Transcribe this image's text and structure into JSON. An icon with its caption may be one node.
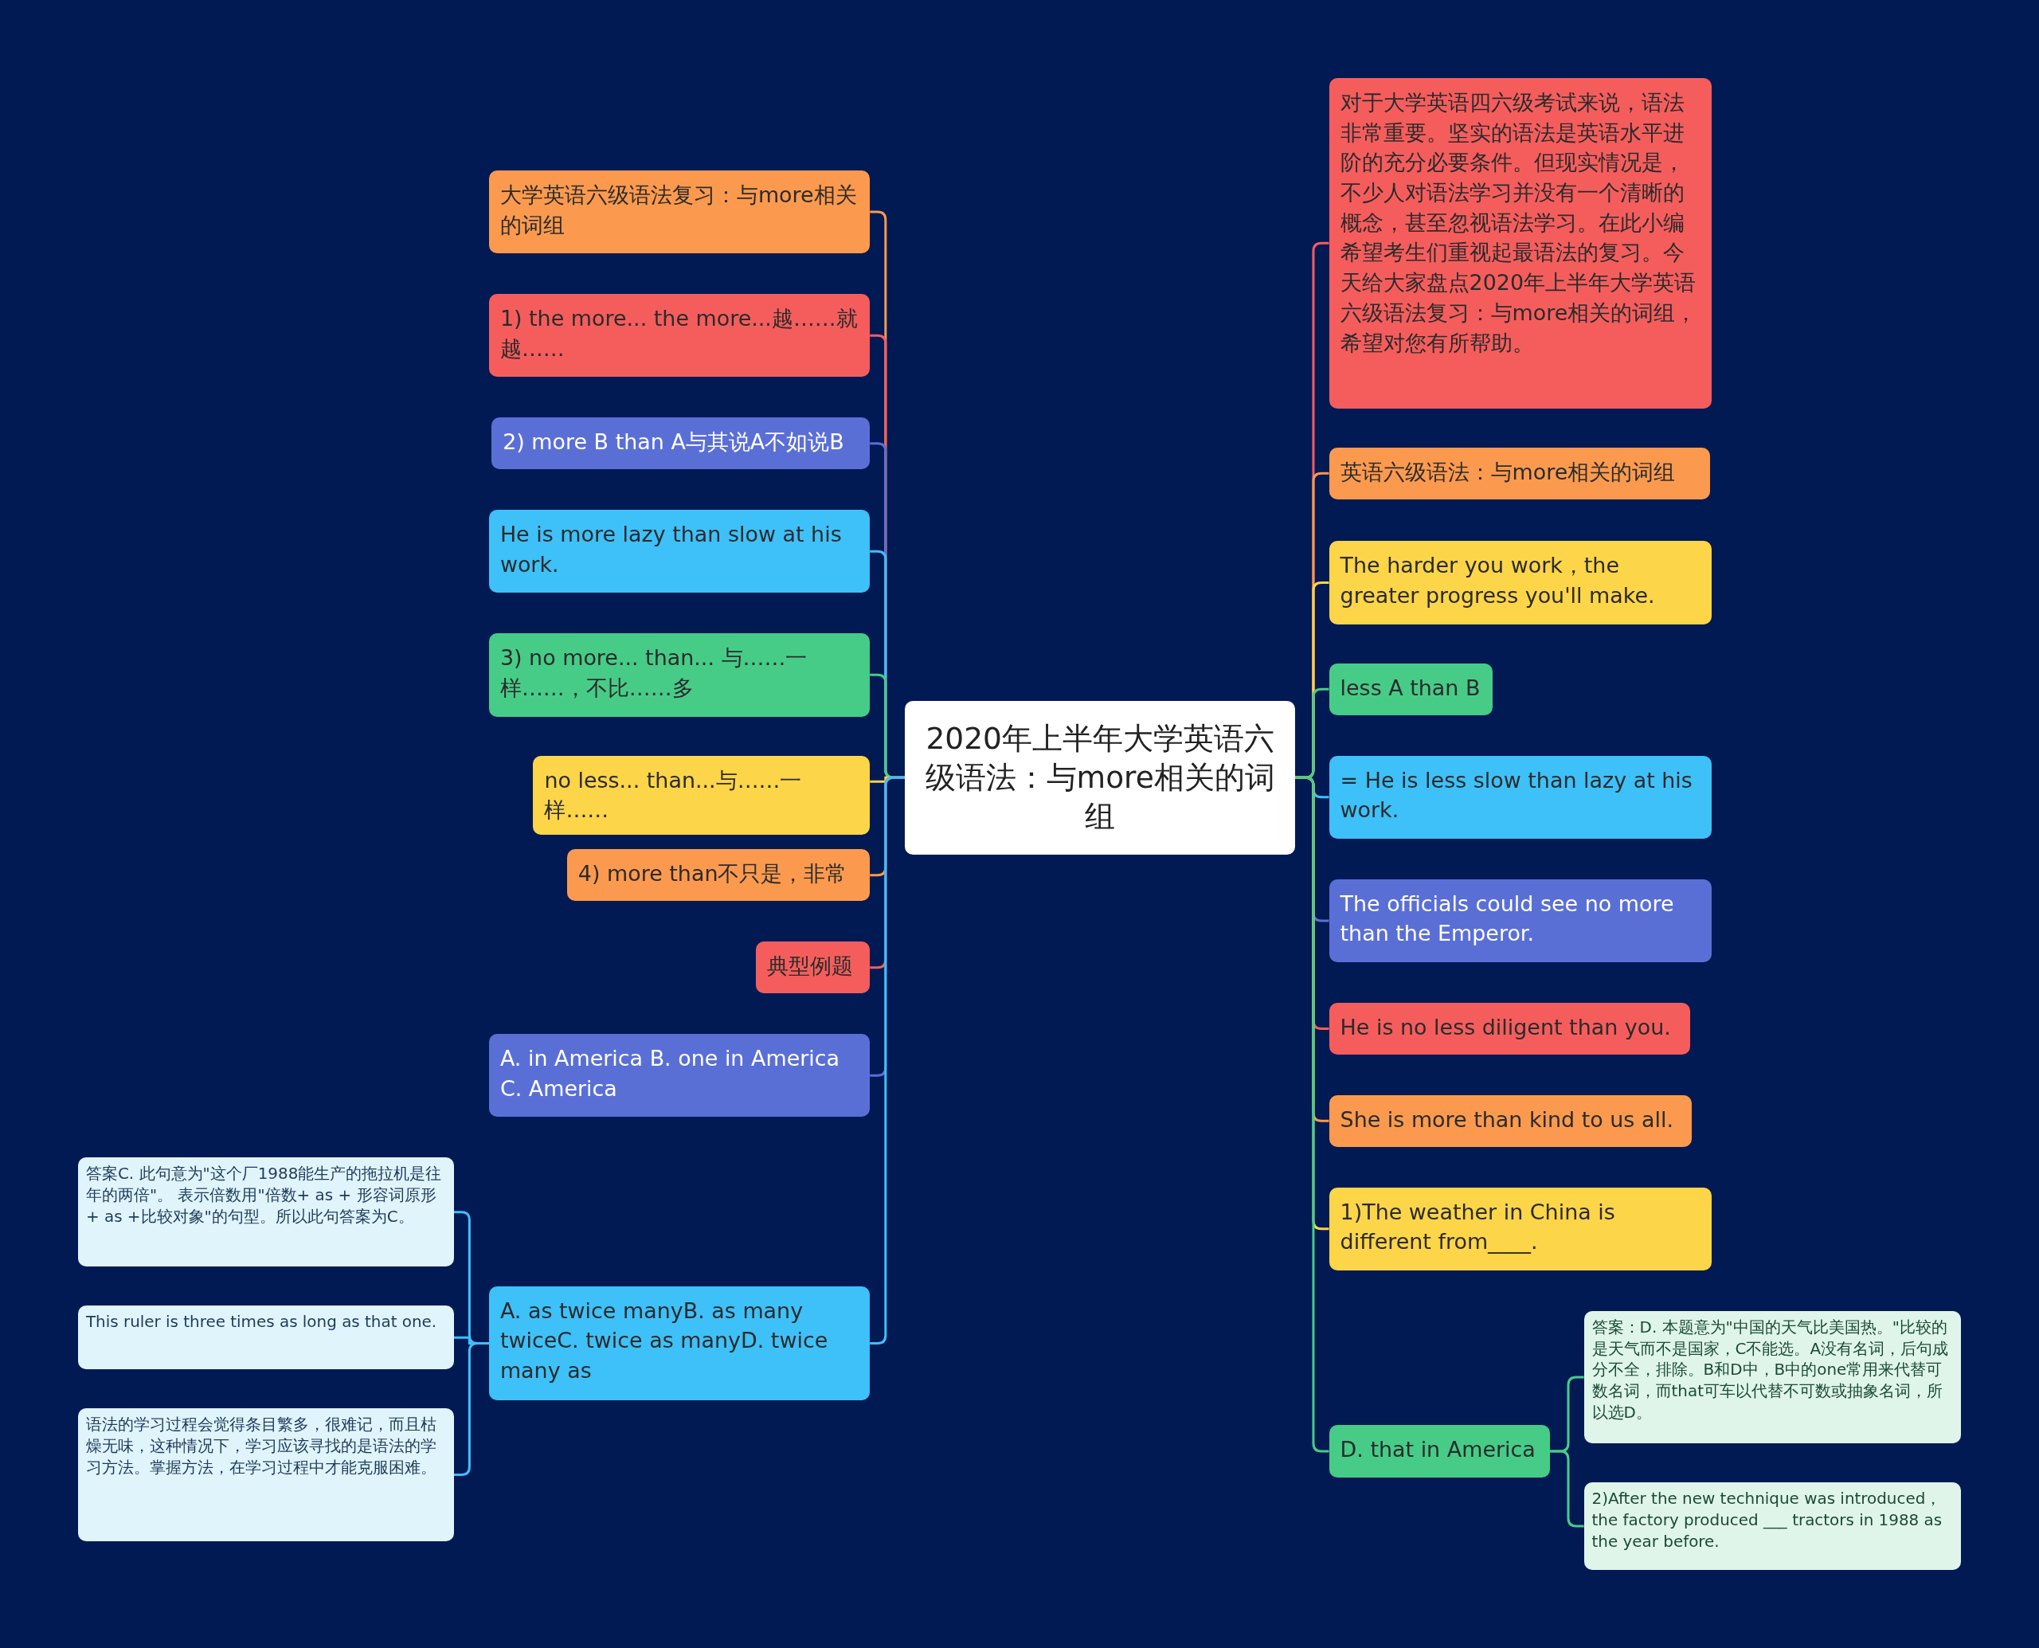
{
  "diagram": {
    "nodes": [
      {
        "text": [
          "2020年上半年大学英语六级语法：与more相关的词组"
        ]
      },
      {
        "text": [
          "大学英语六级语法复习：与more相关的词组"
        ]
      },
      {
        "text": [
          "1) the more... the more...越……就越……"
        ]
      },
      {
        "text": [
          "2) more B than A与其说A不如说B"
        ]
      },
      {
        "text": [
          "He is more lazy than slow at his work."
        ]
      },
      {
        "text": [
          "3) no more... than... 与……一样……，不比……多"
        ]
      },
      {
        "text": [
          "no less... than...与……一样……"
        ]
      },
      {
        "text": [
          "4) more than不只是，非常"
        ]
      },
      {
        "text": [
          "典型例题"
        ]
      },
      {
        "text": [
          "A. in America B. one in America C. America"
        ]
      },
      {
        "text": [
          "A. as twice manyB. as many twiceC. twice as manyD. twice many as"
        ]
      },
      {
        "text": [
          "答案C. 此句意为\"这个厂1988能生产的拖拉机是往年的两倍\"。 表示倍数用\"倍数+ as + 形容词原形+ as +比较对象\"的句型。所以此句答案为C。"
        ]
      },
      {
        "text": [
          "This ruler is three times as long as that one."
        ]
      },
      {
        "text": [
          "语法的学习过程会觉得条目繁多，很难记，而且枯燥无味，这种情况下，学习应该寻找的是语法的学习方法。掌握方法，在学习过程中才能克服困难。"
        ]
      },
      {
        "text": [
          "对于大学英语四六级考试来说，语法非常重要。坚实的语法是英语水平进阶的充分必要条件。但现实情况是，不少人对语法学习并没有一个清晰的概念，甚至忽视语法学习。在此小编希望考生们重视起最语法的复习。今天给大家盘点2020年上半年大学英语六级语法复习：与more相关的词组，希望对您有所帮助。"
        ]
      },
      {
        "text": [
          "英语六级语法：与more相关的词组"
        ]
      },
      {
        "text": [
          "The harder you work，the greater progress you'll make."
        ]
      },
      {
        "text": [
          "less A than B"
        ]
      },
      {
        "text": [
          "= He is less slow than lazy at his work."
        ]
      },
      {
        "text": [
          "The officials could see no more than the Emperor."
        ]
      },
      {
        "text": [
          "He is no less diligent than you."
        ]
      },
      {
        "text": [
          "She is more than kind to us all."
        ]
      },
      {
        "text": [
          "1)The weather in China is different from____."
        ]
      },
      {
        "text": [
          "D. that in America"
        ]
      },
      {
        "text": [
          "答案：D. 本题意为\"中国的天气比美国热。\"比较的是天气而不是国家，C不能选。A没有名词，后句成分不全，排除。B和D中，B中的one常用来代替可数名词，而that可车以代替不可数或抽象名词，所以选D。"
        ]
      },
      {
        "text": [
          "2)After the new technique was introduced，the factory produced ___ tractors in 1988 as the year before."
        ]
      }
    ],
    "edges": [
      {
        "from": 0,
        "to": 1,
        "arrow": "none",
        "color": "#fb9a4e"
      },
      {
        "from": 0,
        "to": 2,
        "arrow": "none",
        "color": "#f55d5d"
      },
      {
        "from": 0,
        "to": 3,
        "arrow": "none",
        "color": "#5a6fd6"
      },
      {
        "from": 0,
        "to": 4,
        "arrow": "none",
        "color": "#3ec0f9"
      },
      {
        "from": 0,
        "to": 5,
        "arrow": "none",
        "color": "#47cc88"
      },
      {
        "from": 0,
        "to": 6,
        "arrow": "none",
        "color": "#fdd548"
      },
      {
        "from": 0,
        "to": 7,
        "arrow": "none",
        "color": "#fb9a4e"
      },
      {
        "from": 0,
        "to": 8,
        "arrow": "none",
        "color": "#f55d5d"
      },
      {
        "from": 0,
        "to": 9,
        "arrow": "none",
        "color": "#5a6fd6"
      },
      {
        "from": 0,
        "to": 10,
        "arrow": "none",
        "color": "#3ec0f9"
      },
      {
        "from": 10,
        "to": 11,
        "arrow": "none",
        "color": "#3ec0f9"
      },
      {
        "from": 10,
        "to": 12,
        "arrow": "none",
        "color": "#3ec0f9"
      },
      {
        "from": 10,
        "to": 13,
        "arrow": "none",
        "color": "#3ec0f9"
      },
      {
        "from": 0,
        "to": 14,
        "arrow": "none",
        "color": "#f55d5d"
      },
      {
        "from": 0,
        "to": 15,
        "arrow": "none",
        "color": "#fb9a4e"
      },
      {
        "from": 0,
        "to": 16,
        "arrow": "none",
        "color": "#fdd548"
      },
      {
        "from": 0,
        "to": 17,
        "arrow": "none",
        "color": "#47cc88"
      },
      {
        "from": 0,
        "to": 18,
        "arrow": "none",
        "color": "#3ec0f9"
      },
      {
        "from": 0,
        "to": 19,
        "arrow": "none",
        "color": "#5a6fd6"
      },
      {
        "from": 0,
        "to": 20,
        "arrow": "none",
        "color": "#f55d5d"
      },
      {
        "from": 0,
        "to": 21,
        "arrow": "none",
        "color": "#fb9a4e"
      },
      {
        "from": 0,
        "to": 22,
        "arrow": "none",
        "color": "#fdd548"
      },
      {
        "from": 0,
        "to": 23,
        "arrow": "none",
        "color": "#47cc88"
      },
      {
        "from": 23,
        "to": 24,
        "arrow": "none",
        "color": "#47cc88"
      },
      {
        "from": 23,
        "to": 25,
        "arrow": "none",
        "color": "#47cc88"
      }
    ]
  }
}
